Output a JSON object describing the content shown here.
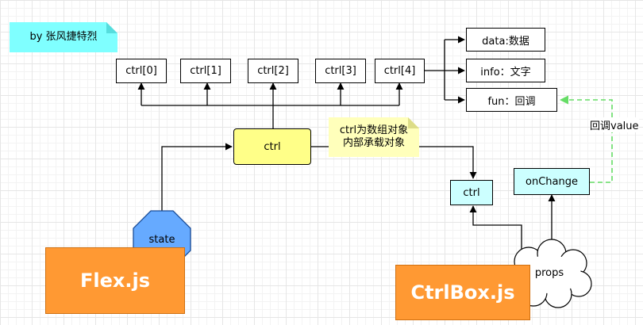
{
  "author_note": "by 张风捷特烈",
  "ctrl_items": [
    "ctrl[0]",
    "ctrl[1]",
    "ctrl[2]",
    "ctrl[3]",
    "ctrl[4]"
  ],
  "ctrl_fields": {
    "data": "data:数据",
    "info": "info：文字",
    "fun": "fun：回调"
  },
  "ctrl_center": "ctrl",
  "ctrl_note_line1": "ctrl为数组对象",
  "ctrl_note_line2": "内部承载对象",
  "ctrl_small": "ctrl",
  "on_change": "onChange",
  "callback_label": "回调value",
  "state": "state",
  "flex_component": "Flex.js",
  "ctrlbox_component": "CtrlBox.js",
  "props": "props",
  "colors": {
    "note_cyan": "#7fffff",
    "note_yellow": "#ffffbb",
    "yellow_box": "#ffff88",
    "cyan_box": "#ccffff",
    "orange": "#ff9933",
    "octagon": "#66aaff",
    "dashed_green": "#66dd66"
  }
}
